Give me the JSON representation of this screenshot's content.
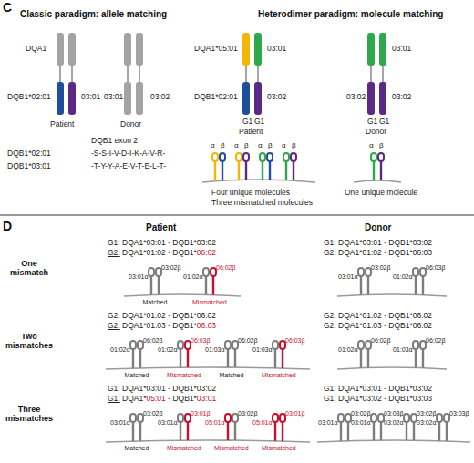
{
  "diagram": {
    "labels": [
      "C",
      "Classic paradigm: allele matching",
      "Heterodimer paradigm: molecule matching",
      "DQA1",
      "DQB1*02:01",
      "03:01",
      "Patient",
      "03:01",
      "03:02",
      "Donor",
      "DQB1 exon 2",
      "DQB1*02:01",
      "-S-S-I-V-D-I-K-A-V-R-",
      "DQB1*03:01",
      "-T-Y-Y-A-E-V-T-E-L-T-",
      "DQA1*05:01",
      "03:01",
      "03:01",
      "DQB1*02:01",
      "03:02",
      "03:02",
      "03:02",
      "G1",
      "G1",
      "Patient",
      "G1",
      "G1",
      "Donor",
      "α",
      "β",
      "α",
      "β",
      "α",
      "β",
      "α",
      "β",
      "α",
      "β",
      "Four unique molecules",
      "Three mismatched molecules",
      "One unique molecule",
      "D",
      "Patient",
      "Donor",
      "One mismatch",
      "G1: DQA1*03:01 - DQB1*03:02",
      "G2:",
      "DQA1*01:02 - DQB1*",
      "06:02",
      "03:01α",
      "03:02β",
      "Matched",
      "01:02α",
      "06:02β",
      "Mismatched",
      "G1: DQA1*03:01 - DQB1*03:02",
      "G2: DQA1*01:02 - DQB1*06:03",
      "03:01α",
      "03:02β",
      "01:02α",
      "06:03β",
      "Two mismatches",
      "G2: DQA1*01:02 - DQB1*06:02",
      "G2:",
      "DQA1*01:03 - DQB1*",
      "06:03",
      "01:02α",
      "06:02β",
      "Matched",
      "01:02α",
      "06:03β",
      "Mismatched",
      "01:03α",
      "06:02β",
      "Matched",
      "01:03α",
      "06:03β",
      "Mismatched",
      "G2: DQA1*01:02 - DQB1*06:02",
      "G2: DQA1*01:03 - DQB1*06:02",
      "01:02α",
      "06:02β",
      "01:03α",
      "06:02β",
      "Three mismatches",
      "G1: DQA1*03:01 - DQB1*03:02",
      "G1:",
      "DQA1*",
      "05:01",
      "- DQB1*",
      "03:01",
      "03:01α",
      "03:02β",
      "Matched",
      "03:01α",
      "03:01β",
      "Mismatched",
      "05:01α",
      "03:02β",
      "Mismatched",
      "05:01α",
      "03:01β",
      "Mismatched",
      "G1: DQA1*03:01 - DQB1*03:02",
      "G1: DQA1*03:02 - DQB1*03:03",
      "03:01α",
      "03:02β",
      "03:01α",
      "03:03β",
      "03:02α",
      "03:02β",
      "03:02α",
      "03:03β"
    ]
  }
}
